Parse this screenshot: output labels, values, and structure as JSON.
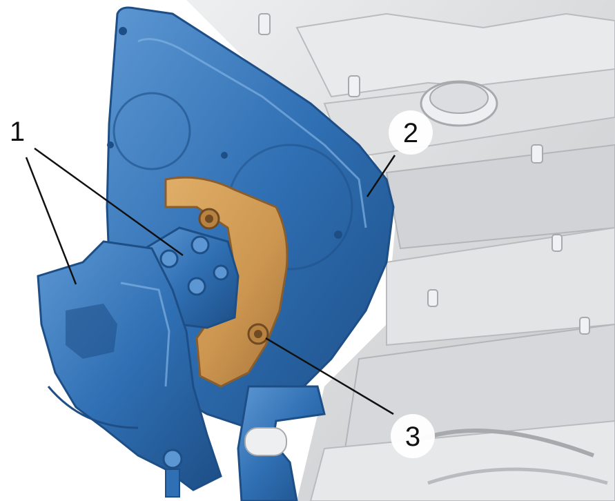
{
  "diagram": {
    "colors": {
      "background": "#ffffff",
      "engine_gray": "#d9dadc",
      "engine_shadow": "#b9bbbe",
      "engine_highlight": "#f1f2f3",
      "blue_part": "#2f6fb3",
      "blue_dark": "#1d4e86",
      "blue_light": "#5d97d3",
      "orange_part": "#cc9650",
      "orange_dark": "#a8733a",
      "leader_line": "#111111"
    },
    "callouts": [
      {
        "id": "callout-1",
        "label": "1"
      },
      {
        "id": "callout-2",
        "label": "2"
      },
      {
        "id": "callout-3",
        "label": "3"
      }
    ]
  }
}
